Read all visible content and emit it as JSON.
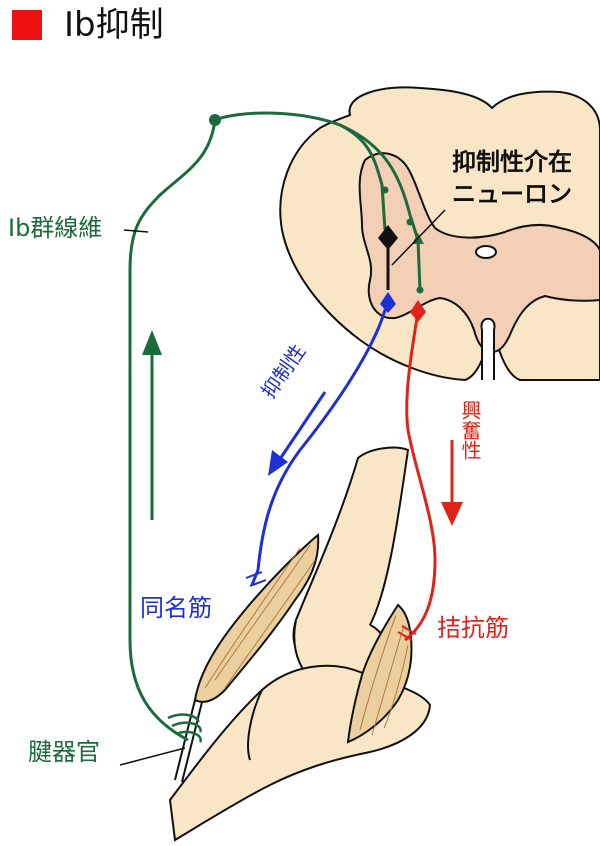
{
  "title": {
    "text": "Ⅰb抑制",
    "marker_color": "#ee1111"
  },
  "labels": {
    "ib_fiber": "Ⅰb群線維",
    "interneuron_1": "抑制性介在",
    "interneuron_2": "ニューロン",
    "inhibitory": "抑制性",
    "excitatory": "興奮性",
    "homonymous": "同名筋",
    "antagonist": "拮抗筋",
    "tendon_organ": "腱器官"
  },
  "colors": {
    "ib_fiber": "#1c6b3c",
    "inhibitory": "#1f2fd6",
    "excitatory": "#e0221a",
    "spinal_white": "#f8e6c6",
    "spinal_gray": "#f3cfb6",
    "bone": "#f8e6c6",
    "muscle": "#eccf9f"
  }
}
